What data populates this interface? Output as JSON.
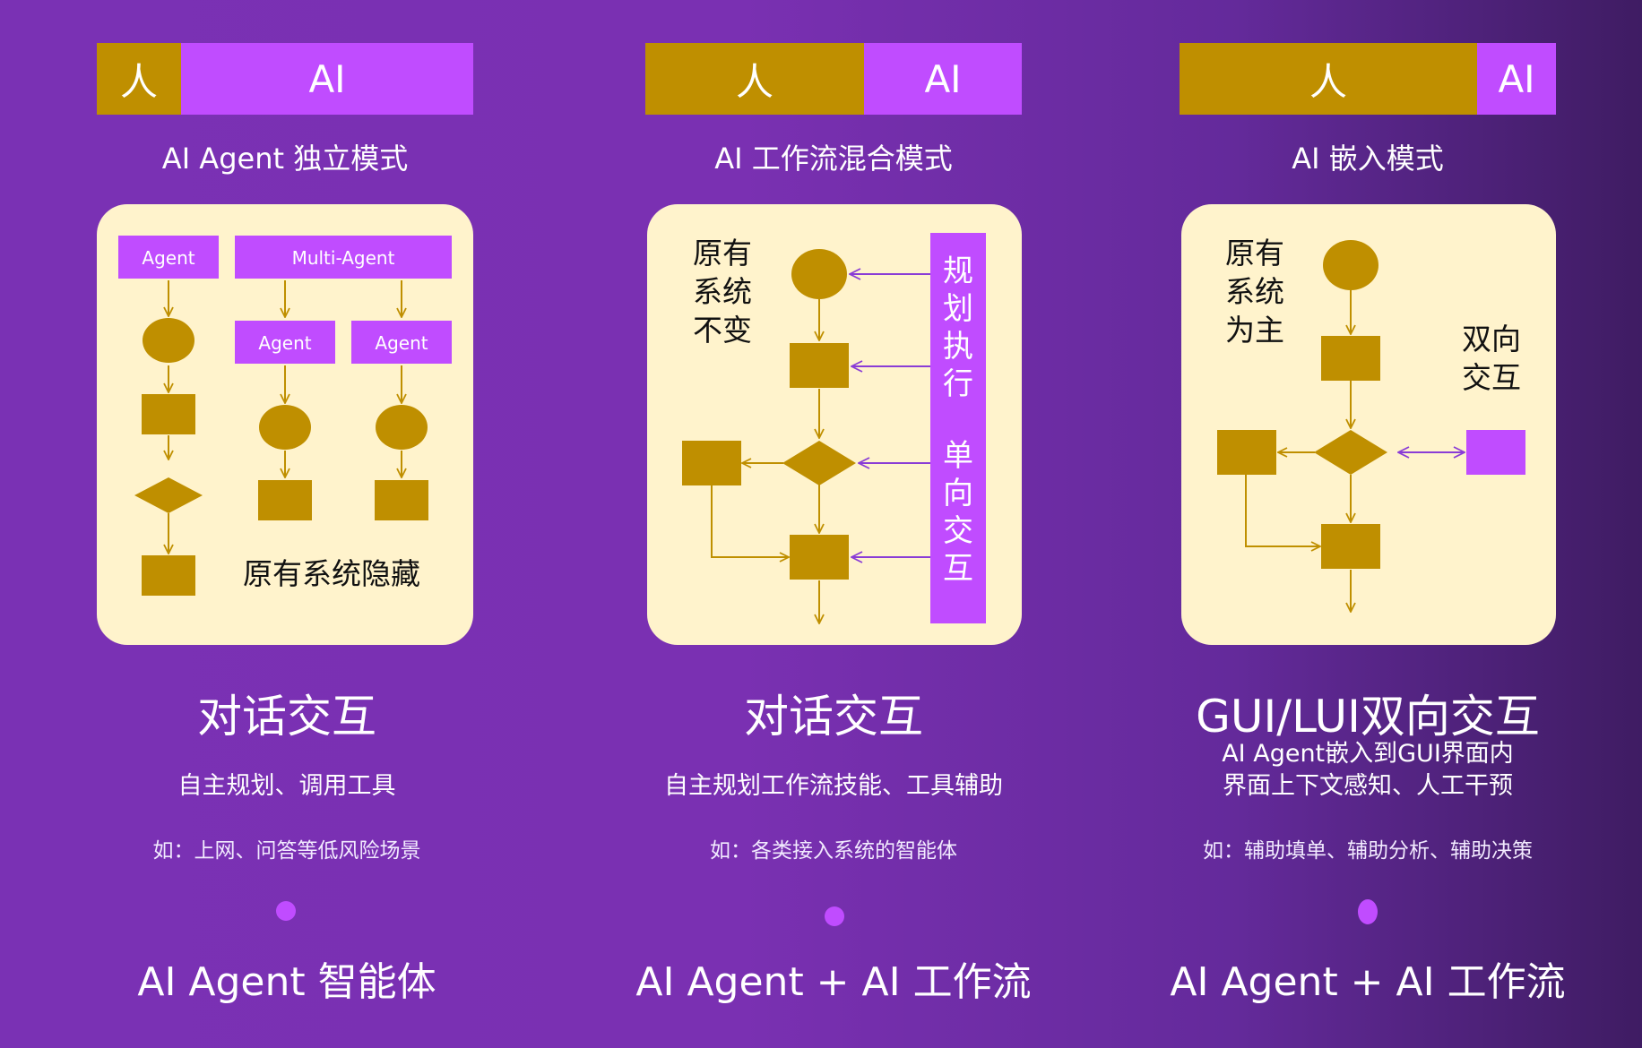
{
  "colors": {
    "human": "#bf8f00",
    "ai": "#c04cff",
    "panel": "#fff3cc",
    "arrow_gold": "#bf8f00",
    "arrow_purple": "#8a3cd6"
  },
  "columns": [
    {
      "human_label": "人",
      "ai_label": "AI",
      "human_share": 0.19,
      "mode_title": "AI Agent 独立模式",
      "diagram": {
        "agent_label": "Agent",
        "multi_agent_label": "Multi-Agent",
        "sub_agent_labels": [
          "Agent",
          "Agent"
        ],
        "caption": "原有系统隐藏"
      },
      "interaction": "对话交互",
      "desc_lines": [
        "自主规划、调用工具"
      ],
      "example": "如：上网、问答等低风险场景",
      "footer": "AI Agent 智能体"
    },
    {
      "human_label": "人",
      "ai_label": "AI",
      "human_share": 0.58,
      "mode_title": "AI 工作流混合模式",
      "diagram": {
        "left_caption": [
          "原有",
          "系统",
          "不变"
        ],
        "side_top": [
          "规",
          "划",
          "执",
          "行"
        ],
        "side_bottom": [
          "单",
          "向",
          "交",
          "互"
        ]
      },
      "interaction": "对话交互",
      "desc_lines": [
        "自主规划工作流技能、工具辅助"
      ],
      "example": "如：各类接入系统的智能体",
      "footer": "AI Agent + AI 工作流"
    },
    {
      "human_label": "人",
      "ai_label": "AI",
      "human_share": 0.79,
      "mode_title": "AI 嵌入模式",
      "diagram": {
        "left_caption": [
          "原有",
          "系统",
          "为主"
        ],
        "right_caption": [
          "双向",
          "交互"
        ]
      },
      "interaction": "GUI/LUI双向交互",
      "desc_lines": [
        "AI Agent嵌入到GUI界面内",
        "界面上下文感知、人工干预"
      ],
      "example": "如：辅助填单、辅助分析、辅助决策",
      "footer": "AI Agent + AI 工作流"
    }
  ]
}
